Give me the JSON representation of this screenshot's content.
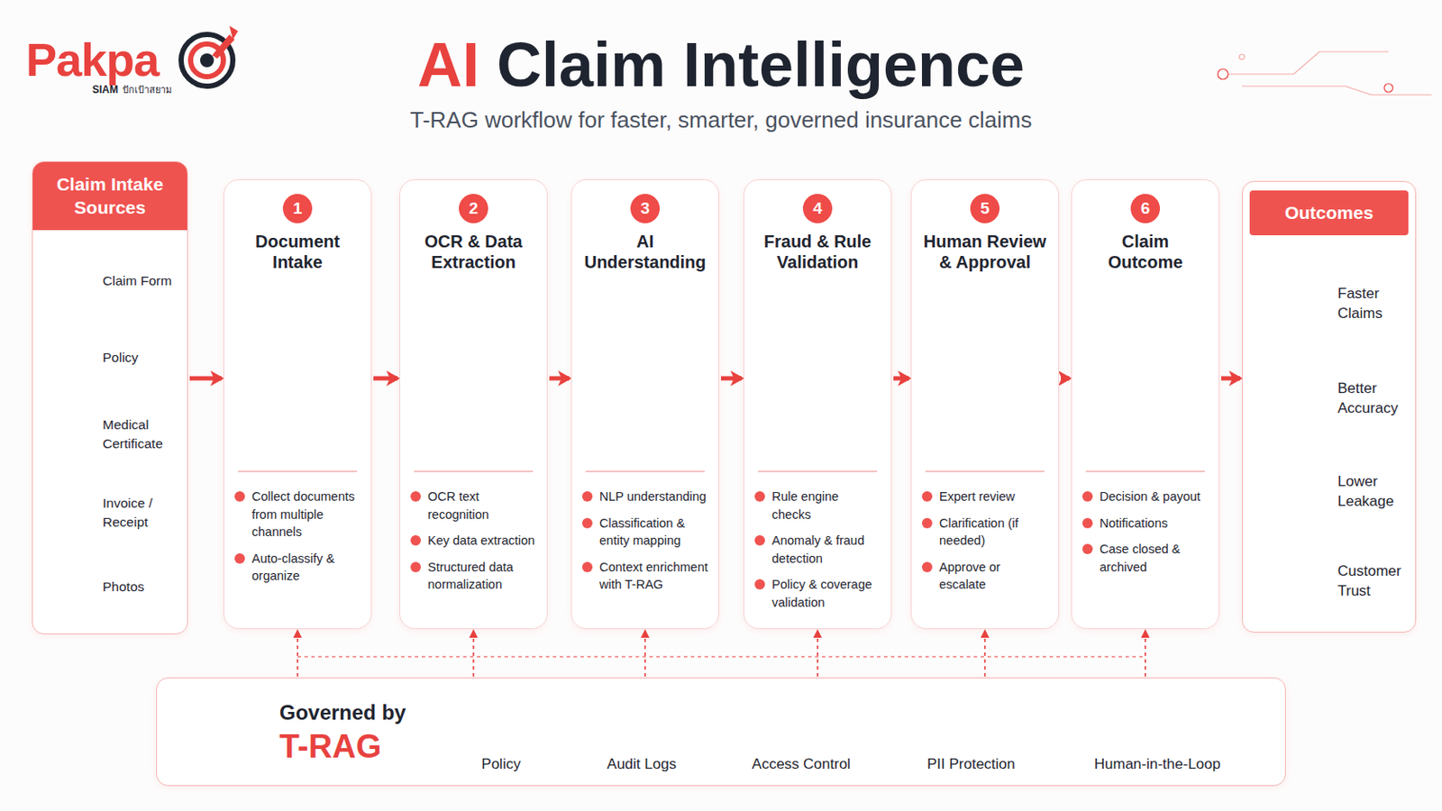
{
  "diagram": {
    "title": "AI Claim Intelligence",
    "caption": "T-RAG workflow for faster, smarter, governed insurance claims",
    "nodes": [
      {
        "text": [
          "Claim Intake Sources"
        ]
      },
      {
        "text": [
          "Claim Form"
        ],
        "in": 0
      },
      {
        "text": [
          "Policy"
        ],
        "in": 0
      },
      {
        "text": [
          "Medical Certificate"
        ],
        "in": 0
      },
      {
        "text": [
          "Invoice / Receipt"
        ],
        "in": 0
      },
      {
        "text": [
          "Photos"
        ],
        "in": 0
      },
      {
        "text": [
          "1",
          "Document Intake",
          "Collect documents from multiple channels",
          "Auto-classify & organize"
        ]
      },
      {
        "text": [
          "2",
          "OCR & Data Extraction",
          "OCR text recognition",
          "Key data extraction",
          "Structured data normalization"
        ]
      },
      {
        "text": [
          "3",
          "AI Understanding",
          "NLP understanding",
          "Classification & entity mapping",
          "Context enrichment with T-RAG"
        ]
      },
      {
        "text": [
          "4",
          "Fraud & Rule Validation",
          "Rule engine checks",
          "Anomaly & fraud detection",
          "Policy & coverage validation"
        ]
      },
      {
        "text": [
          "5",
          "Human Review & Approval",
          "Expert review",
          "Clarification (if needed)",
          "Approve or escalate"
        ]
      },
      {
        "text": [
          "6",
          "Claim Outcome",
          "Decision & payout",
          "Notifications",
          "Case closed & archived"
        ]
      },
      {
        "text": [
          "Outcomes"
        ]
      },
      {
        "text": [
          "Faster Claims"
        ],
        "in": 12
      },
      {
        "text": [
          "Better Accuracy"
        ],
        "in": 12
      },
      {
        "text": [
          "Lower Leakage"
        ],
        "in": 12
      },
      {
        "text": [
          "Customer Trust"
        ],
        "in": 12
      },
      {
        "text": [
          "Governed by",
          "T-RAG"
        ]
      },
      {
        "text": [
          "Policy"
        ],
        "in": 17
      },
      {
        "text": [
          "Audit Logs"
        ],
        "in": 17
      },
      {
        "text": [
          "Access Control"
        ],
        "in": 17
      },
      {
        "text": [
          "PII Protection"
        ],
        "in": 17
      },
      {
        "text": [
          "Human-in-the-Loop"
        ],
        "in": 17
      }
    ],
    "edges": [
      {
        "from": 0,
        "to": 6,
        "arrow": "to"
      },
      {
        "from": 6,
        "to": 7,
        "arrow": "to"
      },
      {
        "from": 7,
        "to": 8,
        "arrow": "to"
      },
      {
        "from": 8,
        "to": 9,
        "arrow": "to"
      },
      {
        "from": 9,
        "to": 10,
        "arrow": "to"
      },
      {
        "from": 10,
        "to": 11,
        "arrow": "to"
      },
      {
        "from": 11,
        "to": 12,
        "arrow": "to"
      },
      {
        "from": 17,
        "to": 6,
        "arrow": "to"
      },
      {
        "from": 17,
        "to": 7,
        "arrow": "to"
      },
      {
        "from": 17,
        "to": 8,
        "arrow": "to"
      },
      {
        "from": 17,
        "to": 9,
        "arrow": "to"
      },
      {
        "from": 17,
        "to": 10,
        "arrow": "to"
      },
      {
        "from": 17,
        "to": 11,
        "arrow": "to"
      }
    ],
    "labels": [
      "Pakpa",
      "SIAM",
      "ปักเป้าสยาม",
      "OCR",
      "AI"
    ]
  }
}
